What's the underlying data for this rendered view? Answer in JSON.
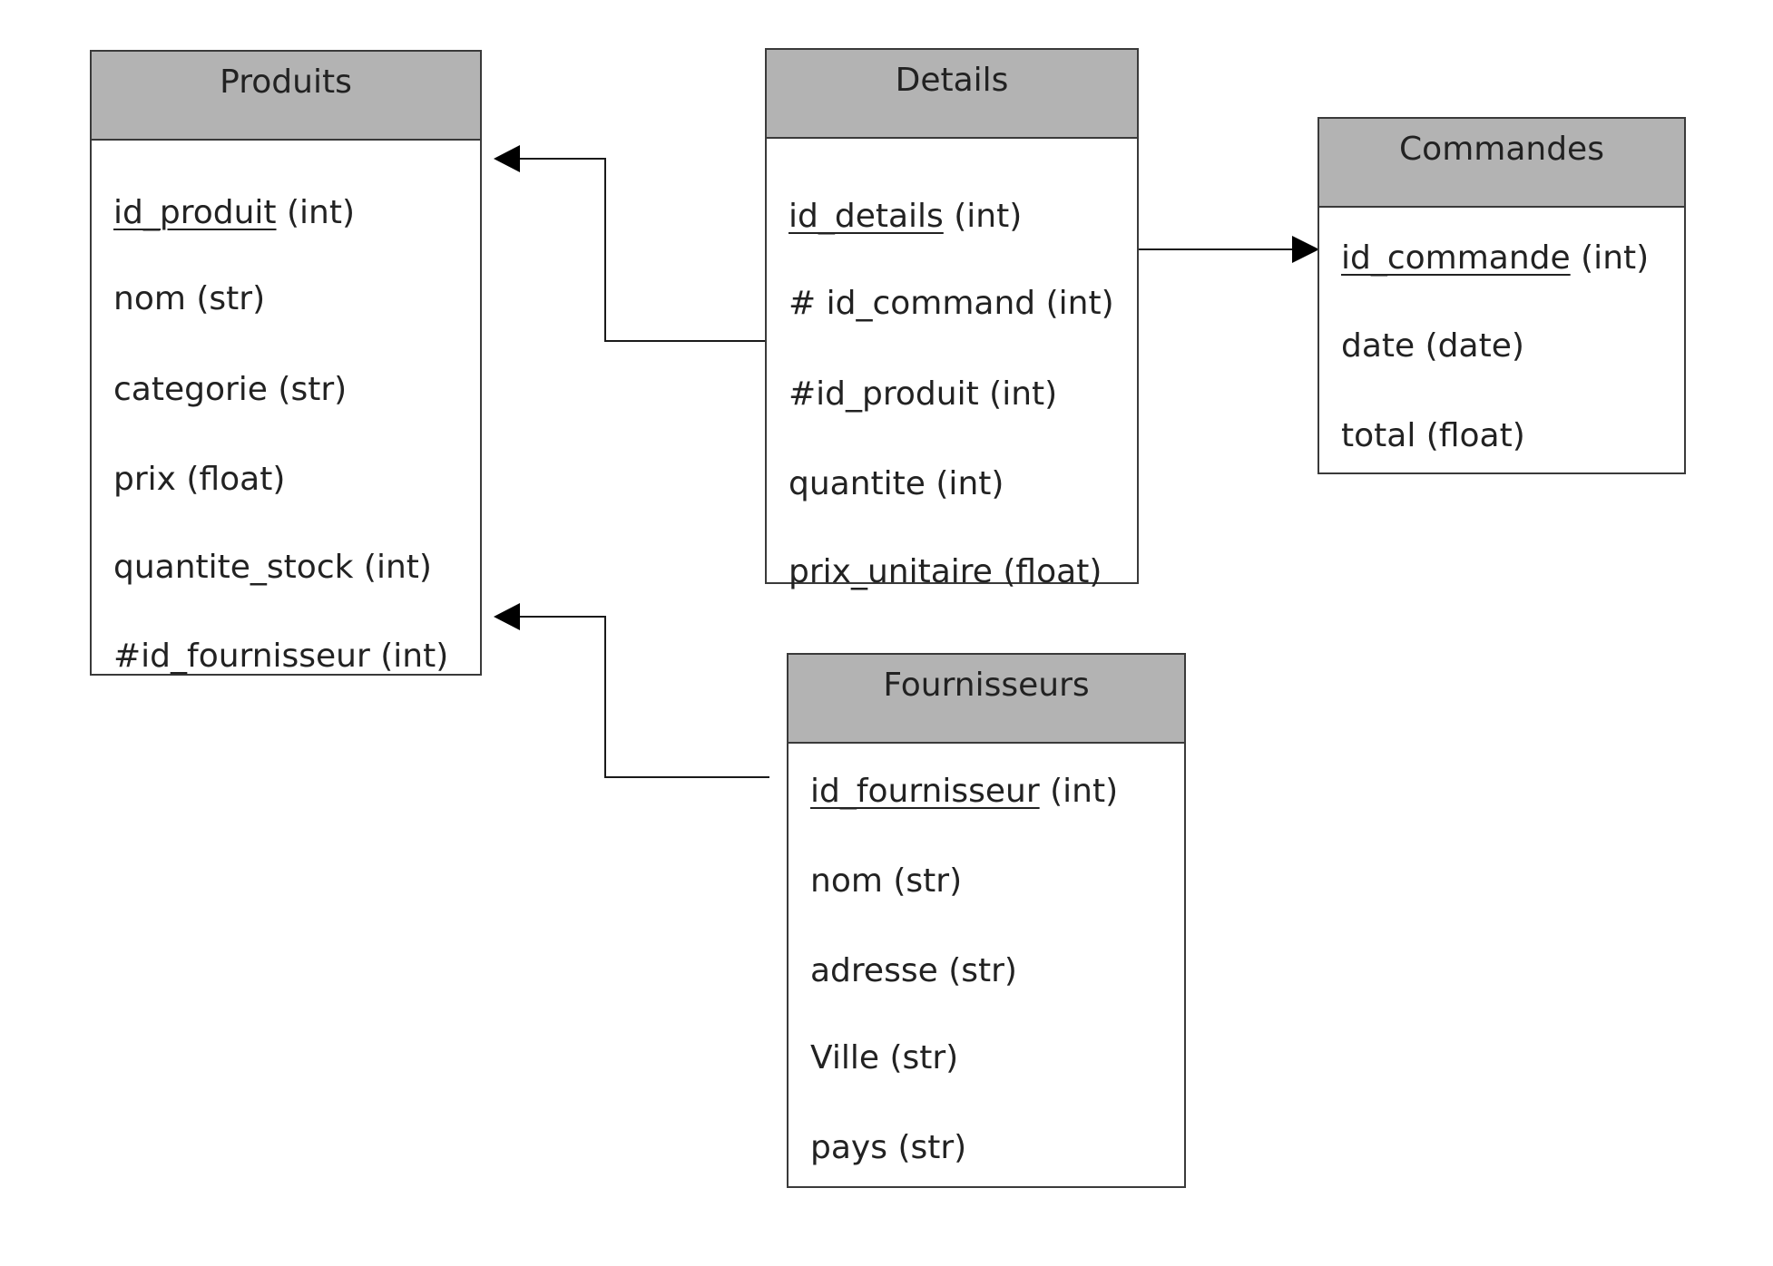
{
  "entities": {
    "produits": {
      "name": "Produits",
      "attributes": [
        {
          "name": "id_produit",
          "type": "(int)",
          "primary_key": true
        },
        {
          "name": "nom",
          "type": "(str)",
          "primary_key": false
        },
        {
          "name": "categorie",
          "type": "(str)",
          "primary_key": false
        },
        {
          "name": "prix",
          "type": "(float)",
          "primary_key": false
        },
        {
          "name": "quantite_stock",
          "type": "(int)",
          "primary_key": false
        },
        {
          "name": "#id_fournisseur",
          "type": "(int)",
          "primary_key": false
        }
      ]
    },
    "details": {
      "name": "Details",
      "attributes": [
        {
          "name": "id_details",
          "type": "(int)",
          "primary_key": true
        },
        {
          "name": "# id_command",
          "type": "(int)",
          "primary_key": false
        },
        {
          "name": "#id_produit",
          "type": "(int)",
          "primary_key": false
        },
        {
          "name": "quantite",
          "type": "(int)",
          "primary_key": false
        },
        {
          "name": "prix_unitaire",
          "type": "(float)",
          "primary_key": false
        }
      ]
    },
    "commandes": {
      "name": "Commandes",
      "attributes": [
        {
          "name": "id_commande",
          "type": "(int)",
          "primary_key": true
        },
        {
          "name": "date",
          "type": "(date)",
          "primary_key": false
        },
        {
          "name": "total",
          "type": "(float)",
          "primary_key": false
        }
      ]
    },
    "fournisseurs": {
      "name": "Fournisseurs",
      "attributes": [
        {
          "name": "id_fournisseur",
          "type": "(int)",
          "primary_key": true
        },
        {
          "name": "nom",
          "type": "(str)",
          "primary_key": false
        },
        {
          "name": "adresse",
          "type": "(str)",
          "primary_key": false
        },
        {
          "name": "Ville",
          "type": "(str)",
          "primary_key": false
        },
        {
          "name": "pays",
          "type": "(str)",
          "primary_key": false
        }
      ]
    }
  },
  "relationships": [
    {
      "from": "details",
      "from_attribute": "#id_produit",
      "to": "produits",
      "to_attribute": "id_produit"
    },
    {
      "from": "details",
      "from_attribute": "# id_command",
      "to": "commandes",
      "to_attribute": "id_commande"
    },
    {
      "from": "fournisseurs",
      "from_attribute": "id_fournisseur",
      "to": "produits",
      "to_attribute": "#id_fournisseur"
    }
  ],
  "colors": {
    "header_fill": "#b3b3b3",
    "border": "#3a3a3a",
    "line": "#1a1a1a",
    "text": "#222222"
  }
}
